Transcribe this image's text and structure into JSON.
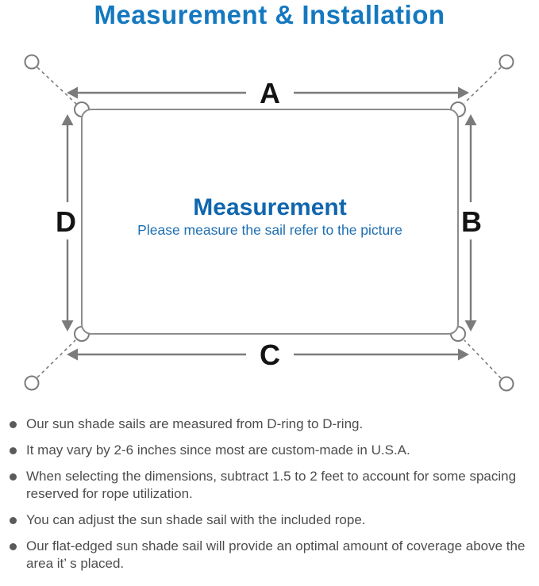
{
  "page_title": "Measurement & Installation",
  "diagram": {
    "side_labels": {
      "top": "A",
      "right": "B",
      "bottom": "C",
      "left": "D"
    },
    "center_heading": "Measurement",
    "center_caption": "Please measure the sail refer to the picture"
  },
  "notes": [
    "Our sun shade sails are measured from D-ring to D-ring.",
    "It may vary by 2-6 inches since most are custom-made in U.S.A.",
    "When selecting the dimensions, subtract 1.5 to 2 feet to account for some spacing reserved for rope utilization.",
    "You can adjust the sun shade sail with the included rope.",
    "Our flat-edged sun shade sail will provide an optimal amount of coverage above the area it’ s placed."
  ],
  "colors": {
    "title_blue": "#1478c0",
    "center_heading_blue": "#0f66ae",
    "center_caption_blue": "#1e6fb2",
    "line_gray": "#7b7b7b",
    "note_text_gray": "#4d4d4d",
    "label_black": "#141414"
  }
}
